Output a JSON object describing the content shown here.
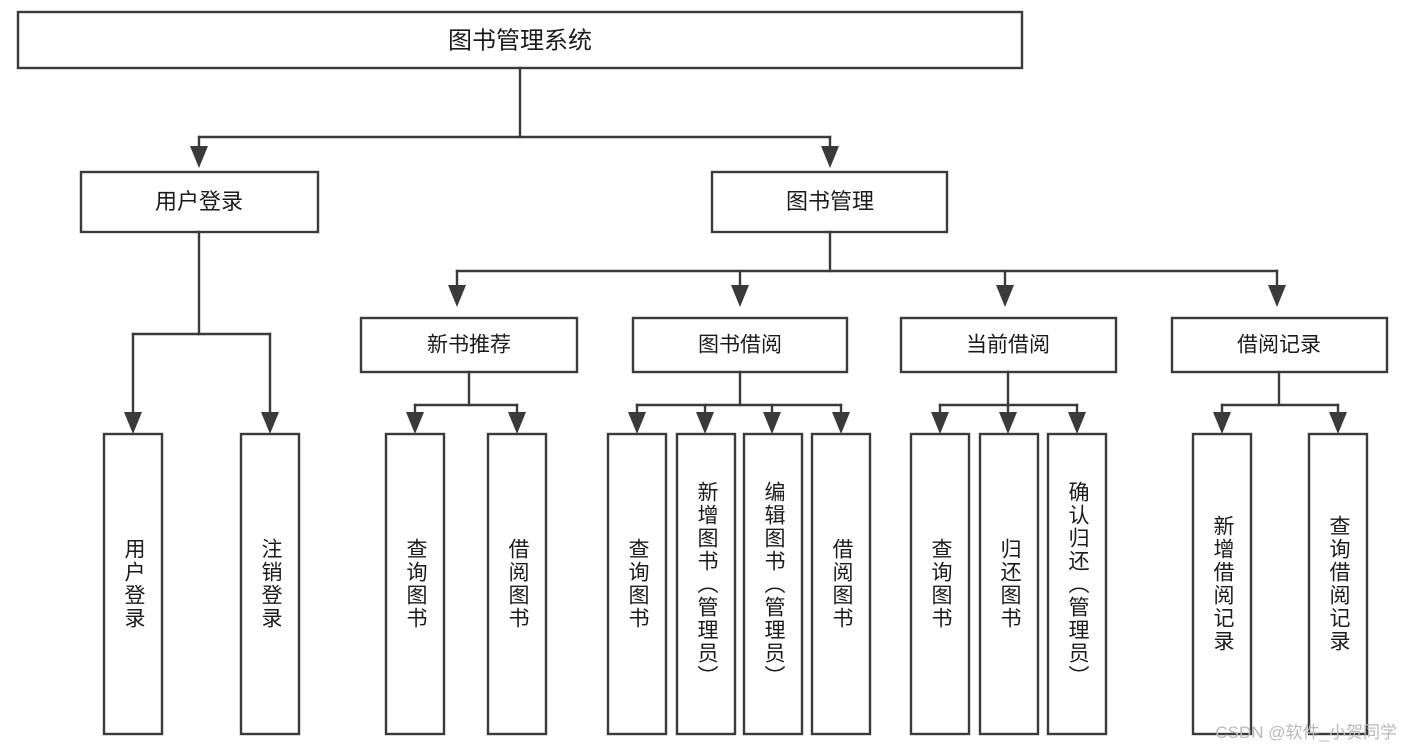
{
  "meta": {
    "title": "图书管理系统",
    "watermark": "CSDN @软件_小贺同学",
    "colors": {
      "background": "#ffffff",
      "box_fill": "#ffffff",
      "box_stroke": "#3a3a3a",
      "connector": "#3a3a3a",
      "text": "#1b1b1b",
      "watermark": "#b9b9b9"
    }
  },
  "chart_data": {
    "type": "diagram",
    "subtype": "tree",
    "title": "图书管理系统",
    "orientation": "top-down",
    "levels": 4,
    "nodes": [
      {
        "id": "root",
        "label": "图书管理系统",
        "level": 0,
        "parent": null
      },
      {
        "id": "n1",
        "label": "用户登录",
        "level": 1,
        "parent": "root"
      },
      {
        "id": "n2",
        "label": "图书管理",
        "level": 1,
        "parent": "root"
      },
      {
        "id": "n1a",
        "label": "用户登录",
        "level": 2,
        "parent": "n1"
      },
      {
        "id": "n1b",
        "label": "注销登录",
        "level": 2,
        "parent": "n1"
      },
      {
        "id": "n2a",
        "label": "新书推荐",
        "level": 2,
        "parent": "n2"
      },
      {
        "id": "n2b",
        "label": "图书借阅",
        "level": 2,
        "parent": "n2"
      },
      {
        "id": "n2c",
        "label": "当前借阅",
        "level": 2,
        "parent": "n2"
      },
      {
        "id": "n2d",
        "label": "借阅记录",
        "level": 2,
        "parent": "n2"
      },
      {
        "id": "n2a1",
        "label": "查询图书",
        "level": 3,
        "parent": "n2a"
      },
      {
        "id": "n2a2",
        "label": "借阅图书",
        "level": 3,
        "parent": "n2a"
      },
      {
        "id": "n2b1",
        "label": "查询图书",
        "level": 3,
        "parent": "n2b"
      },
      {
        "id": "n2b2",
        "label": "新增图书（管理员）",
        "level": 3,
        "parent": "n2b"
      },
      {
        "id": "n2b3",
        "label": "编辑图书（管理员）",
        "level": 3,
        "parent": "n2b"
      },
      {
        "id": "n2b4",
        "label": "借阅图书",
        "level": 3,
        "parent": "n2b"
      },
      {
        "id": "n2c1",
        "label": "查询图书",
        "level": 3,
        "parent": "n2c"
      },
      {
        "id": "n2c2",
        "label": "归还图书",
        "level": 3,
        "parent": "n2c"
      },
      {
        "id": "n2c3",
        "label": "确认归还（管理员）",
        "level": 3,
        "parent": "n2c"
      },
      {
        "id": "n2d1",
        "label": "新增借阅记录",
        "level": 3,
        "parent": "n2d"
      },
      {
        "id": "n2d2",
        "label": "查询借阅记录",
        "level": 3,
        "parent": "n2d"
      }
    ]
  },
  "tree": {
    "root": {
      "label": "图书管理系统"
    },
    "level1": [
      {
        "label": "用户登录"
      },
      {
        "label": "图书管理"
      }
    ],
    "level2": [
      {
        "label": "新书推荐"
      },
      {
        "label": "图书借阅"
      },
      {
        "label": "当前借阅"
      },
      {
        "label": "借阅记录"
      }
    ],
    "leaves": {
      "user_login": [
        {
          "label": "用户登录"
        },
        {
          "label": "注销登录"
        }
      ],
      "new_books": [
        {
          "label": "查询图书"
        },
        {
          "label": "借阅图书"
        }
      ],
      "borrow_books": [
        {
          "label": "查询图书"
        },
        {
          "label": "新增图书（管理员）"
        },
        {
          "label": "编辑图书（管理员）"
        },
        {
          "label": "借阅图书"
        }
      ],
      "current_borrow": [
        {
          "label": "查询图书"
        },
        {
          "label": "归还图书"
        },
        {
          "label": "确认归还（管理员）"
        }
      ],
      "borrow_records": [
        {
          "label": "新增借阅记录"
        },
        {
          "label": "查询借阅记录"
        }
      ]
    }
  }
}
